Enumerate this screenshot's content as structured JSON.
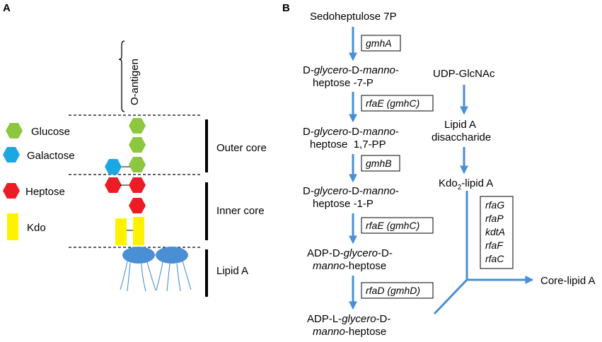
{
  "panel_a": {
    "label": "A",
    "o_antigen": "O-antigen",
    "legend": [
      {
        "name": "Glucose",
        "color": "#8dc63f",
        "shape": "hexagon"
      },
      {
        "name": "Galactose",
        "color": "#1ba7e2",
        "shape": "hexagon"
      },
      {
        "name": "Heptose",
        "color": "#ed1c24",
        "shape": "hexagon"
      },
      {
        "name": "Kdo",
        "color": "#fff200",
        "shape": "rectangle"
      }
    ],
    "regions": [
      "Outer core",
      "Inner core",
      "Lipid A"
    ],
    "colors": {
      "lipid": "#4a8fd4",
      "bracket": "#000000"
    }
  },
  "panel_b": {
    "label": "B",
    "left_path": {
      "steps": [
        {
          "pre": "Sedoheptulose 7P"
        },
        {
          "pre": "D-",
          "it1": "glycero",
          "mid": "-D-",
          "it2": "manno",
          "post": "-",
          "line2": "heptose -7-P"
        },
        {
          "pre": "D-",
          "it1": "glycero",
          "mid": "-D-",
          "it2": "manno",
          "post": "-",
          "line2": "heptose  1,7-PP"
        },
        {
          "pre": "D-",
          "it1": "glycero",
          "mid": "-D-",
          "it2": "manno",
          "post": "-",
          "line2": "heptose -1-P"
        },
        {
          "pre": "ADP-D-",
          "it1": "glycero",
          "mid": "-D-",
          "line2_it": "manno",
          "line2": "-heptose"
        },
        {
          "pre": "ADP-L-",
          "it1": "glycero",
          "mid": "-D-",
          "line2_it": "manno",
          "line2": "-heptose"
        }
      ],
      "genes": [
        "gmhA",
        "rfaE (gmhC)",
        "gmhB",
        "rfaE (gmhC)",
        "rfaD (gmhD)"
      ]
    },
    "right_path": {
      "start": "UDP-GlcNAc",
      "lipid_a_1": "Lipid A",
      "lipid_a_2": "disaccharide",
      "kdo_pre": "Kdo",
      "kdo_sub": "2",
      "kdo_post": "-lipid A",
      "genes": [
        "rfaG",
        "rfaP",
        "kdtA",
        "rfaF",
        "rfaC"
      ],
      "end": "Core-lipid A"
    },
    "colors": {
      "arrow": "#4a8fd4"
    }
  }
}
